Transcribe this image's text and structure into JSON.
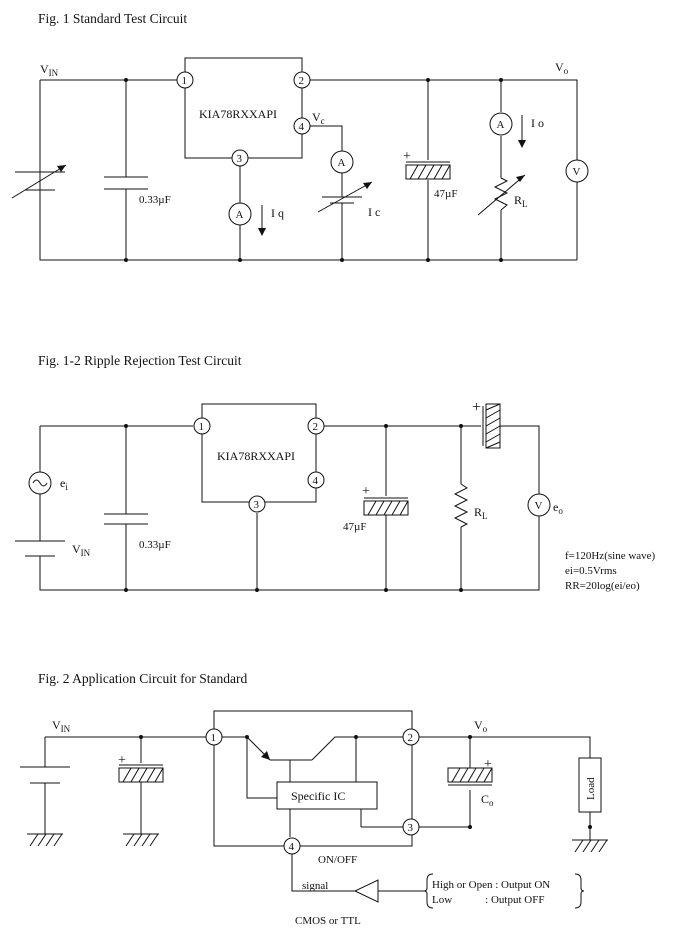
{
  "fig1": {
    "caption": "Fig. 1  Standard Test Circuit",
    "ic_label": "KIA78RXXAPI",
    "pins": [
      "1",
      "2",
      "3",
      "4"
    ],
    "vin": "V",
    "vin_sub": "IN",
    "vo": "V",
    "vo_sub": "o",
    "vc": "V",
    "vc_sub": "c",
    "cap_in": "0.33µF",
    "cap_out": "47µF",
    "ammeter": "A",
    "voltmeter": "V",
    "iq": "I q",
    "ic": "I c",
    "io": "I o",
    "rl": "R",
    "rl_sub": "L"
  },
  "fig1_2": {
    "caption": "Fig. 1-2  Ripple Rejection Test Circuit",
    "ic_label": "KIA78RXXAPI",
    "pins": [
      "1",
      "2",
      "3",
      "4"
    ],
    "ei": "e",
    "ei_sub": "i",
    "vin": "V",
    "vin_sub": "IN",
    "cap_in": "0.33µF",
    "cap_out": "47µF",
    "rl": "R",
    "rl_sub": "L",
    "voltmeter": "V",
    "eo": "e",
    "eo_sub": "o",
    "notes": [
      "f=120Hz(sine wave)",
      "ei=0.5Vrms",
      "RR=20log(ei/eo)"
    ]
  },
  "fig2": {
    "caption": "Fig. 2  Application Circuit for Standard",
    "vin": "V",
    "vin_sub": "IN",
    "vo": "V",
    "vo_sub": "o",
    "pins": [
      "1",
      "2",
      "3",
      "4"
    ],
    "specific_ic": "Specific IC",
    "co": "C",
    "co_sub": "o",
    "load": "Load",
    "onoff": "ON/OFF",
    "signal": "signal",
    "cmos": "CMOS or TTL",
    "truth_high": "High or Open : Output ON",
    "truth_low": "Low            : Output OFF"
  }
}
